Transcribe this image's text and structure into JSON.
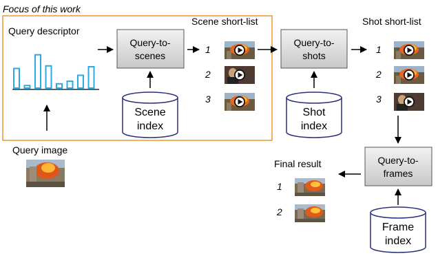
{
  "focus_label": "Focus of this work",
  "query_descriptor_label": "Query descriptor",
  "histogram_values": [
    0.46,
    0.06,
    0.78,
    0.52,
    0.1,
    0.16,
    0.3,
    0.5
  ],
  "query_image_label": "Query image",
  "boxes": {
    "query_to_scenes": [
      "Query-to-",
      "scenes"
    ],
    "query_to_shots": [
      "Query-to-",
      "shots"
    ],
    "query_to_frames": [
      "Query-to-",
      "frames"
    ]
  },
  "indexes": {
    "scene": [
      "Scene",
      "index"
    ],
    "shot": [
      "Shot",
      "index"
    ],
    "frame": [
      "Frame",
      "index"
    ]
  },
  "scene_shortlist": {
    "title": "Scene short-list",
    "ranks": [
      "1",
      "2",
      "3"
    ]
  },
  "shot_shortlist": {
    "title": "Shot short-list",
    "ranks": [
      "1",
      "2",
      "3"
    ]
  },
  "final_result": {
    "title": "Final result",
    "ranks": [
      "1",
      "2"
    ]
  },
  "colors": {
    "focus_border": "#f0962f",
    "histogram_bar": "#29abe2",
    "box_fill": "#d9d9d9",
    "index_stroke": "#2a2f7a"
  }
}
